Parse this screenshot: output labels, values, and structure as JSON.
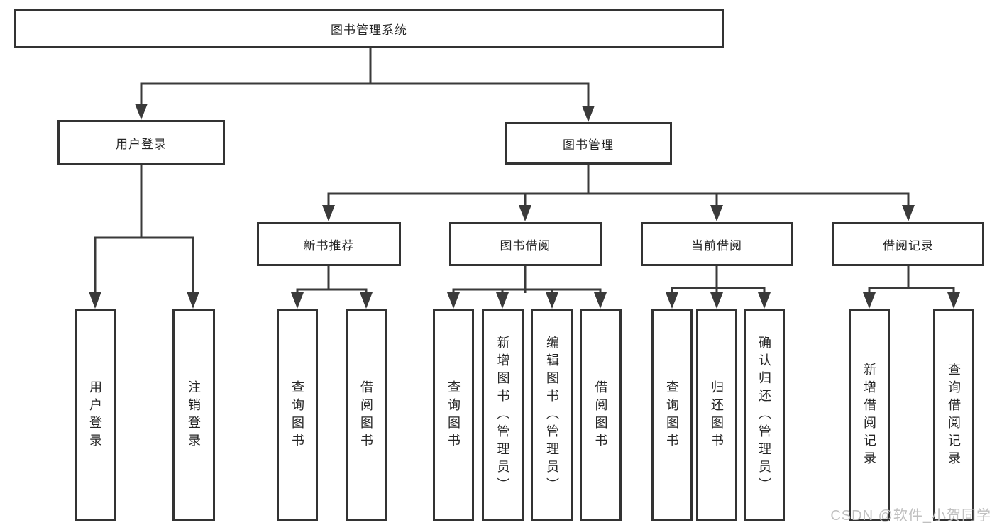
{
  "diagram": {
    "root": {
      "label": "图书管理系统"
    },
    "level2": [
      {
        "label": "用户登录"
      },
      {
        "label": "图书管理"
      }
    ],
    "level3": [
      {
        "label": "新书推荐"
      },
      {
        "label": "图书借阅"
      },
      {
        "label": "当前借阅"
      },
      {
        "label": "借阅记录"
      }
    ],
    "leaves": {
      "user_login": [
        "用户登录",
        "注销登录"
      ],
      "new_book": [
        "查询图书",
        "借阅图书"
      ],
      "book_borrow": [
        "查询图书",
        "新增图书（管理员）",
        "编辑图书（管理员）",
        "借阅图书"
      ],
      "current_borrow": [
        "查询图书",
        "归还图书",
        "确认归还（管理员）"
      ],
      "borrow_records": [
        "新增借阅记录",
        "查询借阅记录"
      ]
    }
  },
  "watermark": {
    "text": "CSDN @软件_小贺同学"
  },
  "colors": {
    "line": "#3a3a3a",
    "box_border": "#333333",
    "text": "#262626",
    "watermark": "#c0c0c0",
    "background": "#ffffff"
  }
}
